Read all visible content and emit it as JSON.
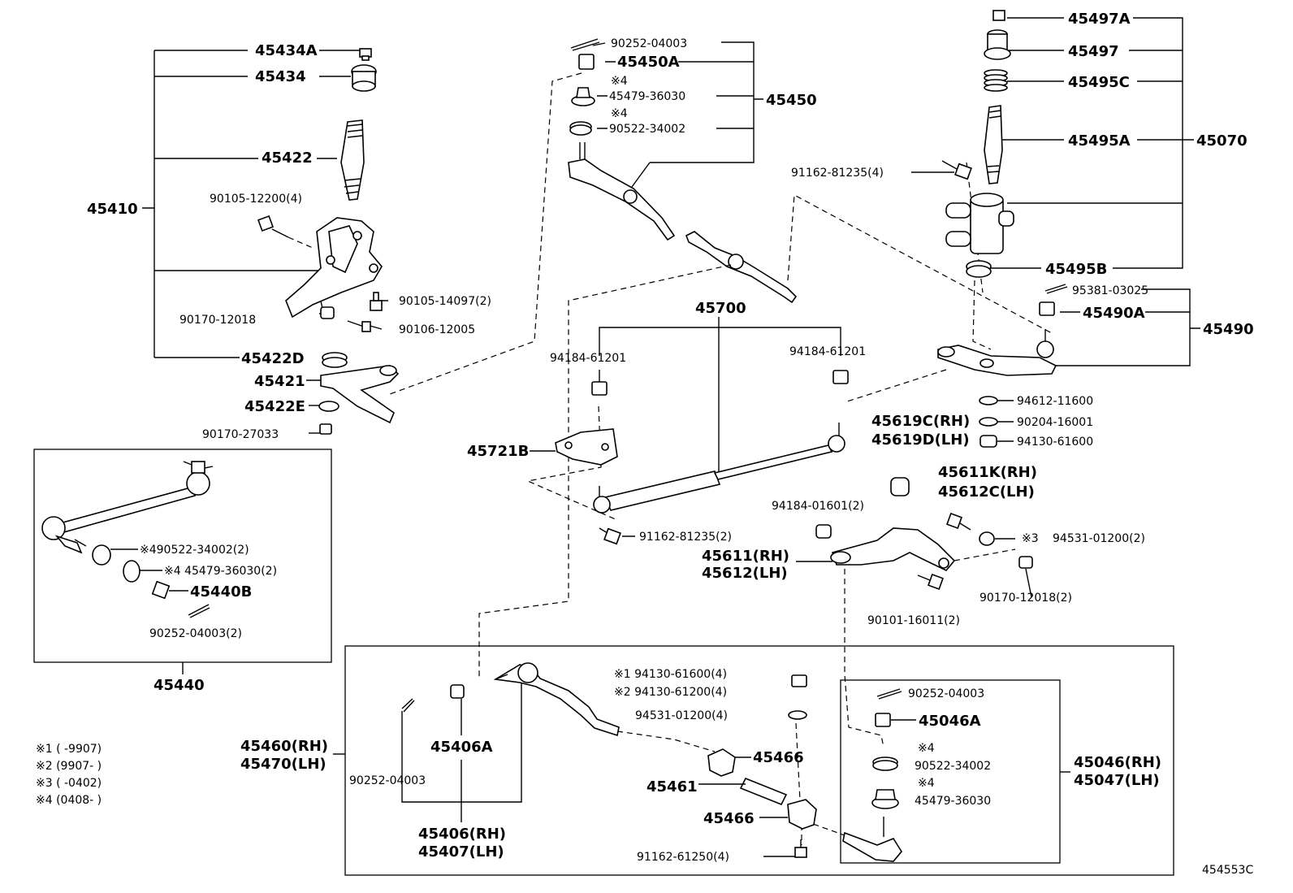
{
  "diagram_id": "454553C",
  "labels": {
    "p45434A": "45434A",
    "p45434": "45434",
    "p45422": "45422",
    "p45410": "45410",
    "p90105_12200": "90105-12200(4)",
    "p90105_14097": "90105-14097(2)",
    "p90170_12018": "90170-12018",
    "p90106_12005": "90106-12005",
    "p45422D": "45422D",
    "p45421": "45421",
    "p45422E": "45422E",
    "p90170_27033": "90170-27033",
    "p90252_04003_top": "90252-04003",
    "p45450A": "45450A",
    "n4_a": "※4",
    "p45479_36030_top": "45479-36030",
    "n4_b": "※4",
    "p90522_34002_top": "90522-34002",
    "p45450": "45450",
    "p45497A": "45497A",
    "p45497": "45497",
    "p45495C": "45495C",
    "p45495A": "45495A",
    "p45070": "45070",
    "p91162_81235_top": "91162-81235(4)",
    "p45495B": "45495B",
    "p95381_03025": "95381-03025",
    "p45490A": "45490A",
    "p45490": "45490",
    "p45700": "45700",
    "p94184_61201_l": "94184-61201",
    "p94184_61201_r": "94184-61201",
    "p94612_11600": "94612-11600",
    "p90204_16001": "90204-16001",
    "p94130_61600_r": "94130-61600",
    "p45619C": "45619C(RH)",
    "p45619D": "45619D(LH)",
    "p45721B": "45721B",
    "p45611K": "45611K(RH)",
    "p45612C": "45612C(LH)",
    "p94184_01601": "94184-01601(2)",
    "p91162_81235_mid": "91162-81235(2)",
    "n3": "※3",
    "p94531_01200_2": "94531-01200(2)",
    "p45611": "45611(RH)",
    "p45612": "45612(LH)",
    "p90170_12018_2": "90170-12018(2)",
    "p90101_16011": "90101-16011(2)",
    "p90522_34002_2": "※490522-34002(2)",
    "p45479_36030_2": "※4 45479-36030(2)",
    "p45440B": "45440B",
    "p90252_04003_2": "90252-04003(2)",
    "p45440": "45440",
    "p94130_61600_4": "※1 94130-61600(4)",
    "p94130_61200_4": "※2 94130-61200(4)",
    "p94531_01200_4": "94531-01200(4)",
    "p90252_04003_r": "90252-04003",
    "p45046A": "45046A",
    "n4_c": "※4",
    "p90522_34002_r": "90522-34002",
    "n4_d": "※4",
    "p45479_36030_r": "45479-36030",
    "p45046": "45046(RH)",
    "p45047": "45047(LH)",
    "p45466_a": "45466",
    "p45461": "45461",
    "p45466_b": "45466",
    "p91162_61250": "91162-61250(4)",
    "p45460": "45460(RH)",
    "p45470": "45470(LH)",
    "p45406A": "45406A",
    "p90252_04003_b": "90252-04003",
    "p45406": "45406(RH)",
    "p45407": "45407(LH)"
  },
  "footnotes": [
    "※1 (     -9907)",
    "※2 (9907-     )",
    "※3 (     -0402)",
    "※4 (0408-     )"
  ]
}
